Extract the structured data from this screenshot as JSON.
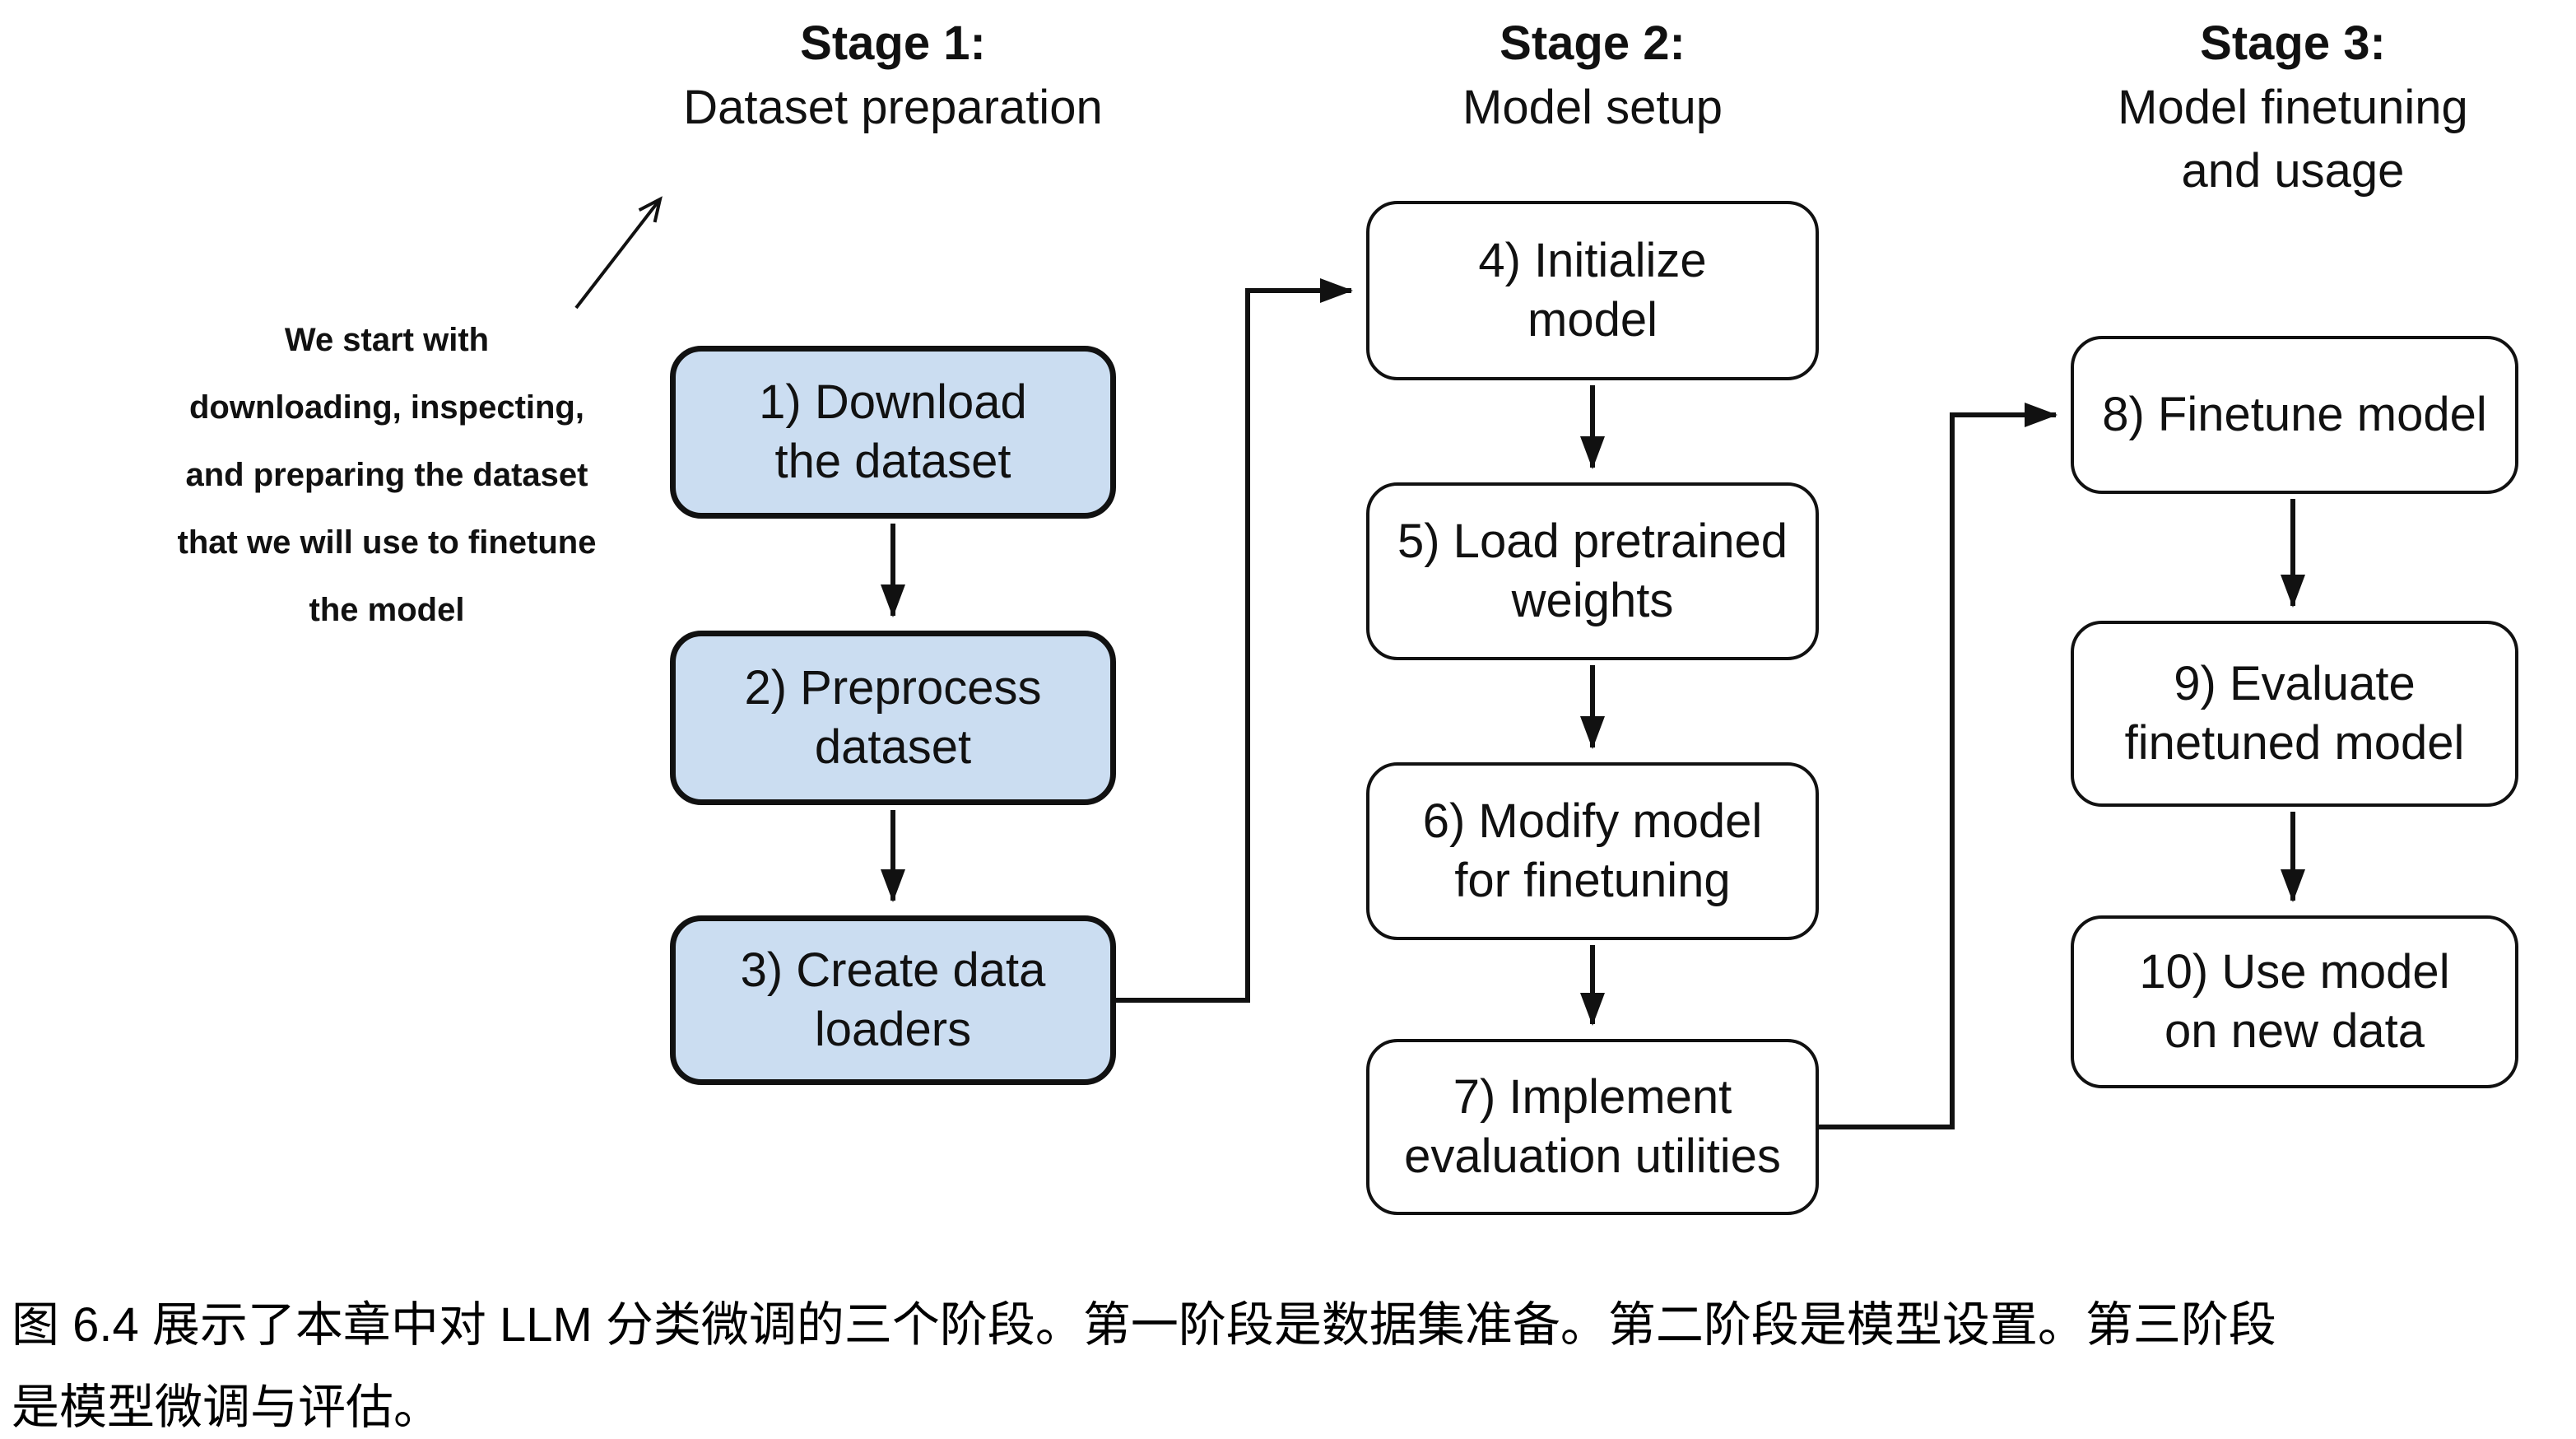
{
  "stages": [
    {
      "title": "Stage 1:",
      "subtitle": "Dataset preparation",
      "boxes": [
        {
          "label": "1) Download\nthe dataset"
        },
        {
          "label": "2) Preprocess\ndataset"
        },
        {
          "label": "3) Create data\nloaders"
        }
      ]
    },
    {
      "title": "Stage 2:",
      "subtitle": "Model setup",
      "boxes": [
        {
          "label": "4) Initialize\nmodel"
        },
        {
          "label": "5) Load pretrained\nweights"
        },
        {
          "label": "6) Modify model\nfor finetuning"
        },
        {
          "label": "7) Implement\nevaluation utilities"
        }
      ]
    },
    {
      "title": "Stage 3:",
      "subtitle": "Model finetuning\nand usage",
      "boxes": [
        {
          "label": "8) Finetune model"
        },
        {
          "label": "9) Evaluate\nfinetuned model"
        },
        {
          "label": "10) Use model\non new data"
        }
      ]
    }
  ],
  "annotation": {
    "text": "We start with\ndownloading, inspecting,\nand preparing the dataset\nthat we will use to finetune\nthe model"
  },
  "caption": {
    "text": "图 6.4 展示了本章中对 LLM 分类微调的三个阶段。第一阶段是数据集准备。第二阶段是模型设置。第三阶段\n是模型微调与评估。"
  },
  "colors": {
    "background": "#ffffff",
    "stage1_box_fill": "#cbddf1",
    "box_border": "#111111",
    "arrow": "#111111",
    "text": "#111111"
  }
}
